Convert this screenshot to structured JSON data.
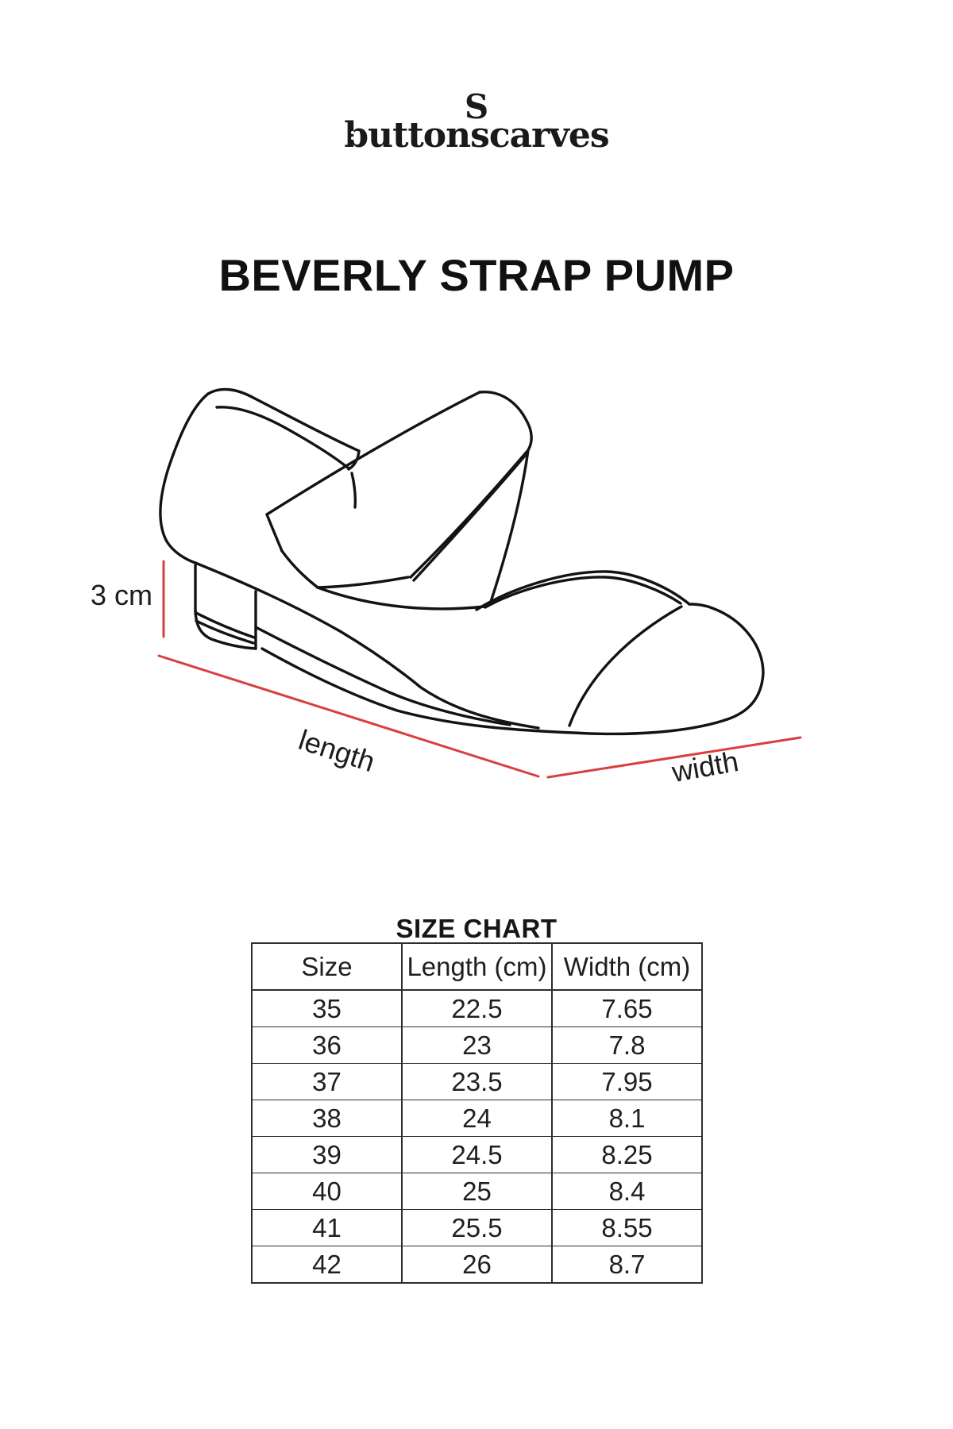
{
  "logo": {
    "mark": "S",
    "wordmark": "buttonscarves"
  },
  "title": "BEVERLY STRAP PUMP",
  "diagram": {
    "heel_height_label": "3 cm",
    "length_label": "length",
    "width_label": "width",
    "dimension_line_color": "#d84040",
    "ink_color": "#131313"
  },
  "size_chart": {
    "title": "SIZE CHART",
    "columns": [
      "Size",
      "Length (cm)",
      "Width (cm)"
    ],
    "rows": [
      [
        "35",
        "22.5",
        "7.65"
      ],
      [
        "36",
        "23",
        "7.8"
      ],
      [
        "37",
        "23.5",
        "7.95"
      ],
      [
        "38",
        "24",
        "8.1"
      ],
      [
        "39",
        "24.5",
        "8.25"
      ],
      [
        "40",
        "25",
        "8.4"
      ],
      [
        "41",
        "25.5",
        "8.55"
      ],
      [
        "42",
        "26",
        "8.7"
      ]
    ]
  }
}
